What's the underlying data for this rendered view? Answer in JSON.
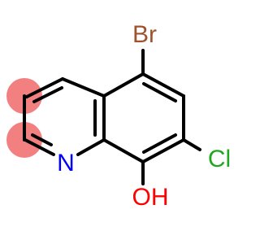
{
  "molecule": {
    "atoms": {
      "bromine": {
        "label": "Br",
        "color": "#a0522d"
      },
      "chlorine": {
        "label": "Cl",
        "color": "#1fa81f"
      },
      "hydroxyl": {
        "label": "OH",
        "color": "#ff0000"
      },
      "nitrogen": {
        "label": "N",
        "color": "#0000ff"
      }
    },
    "bond_color": "#000000",
    "highlight_color": "#f28080"
  }
}
